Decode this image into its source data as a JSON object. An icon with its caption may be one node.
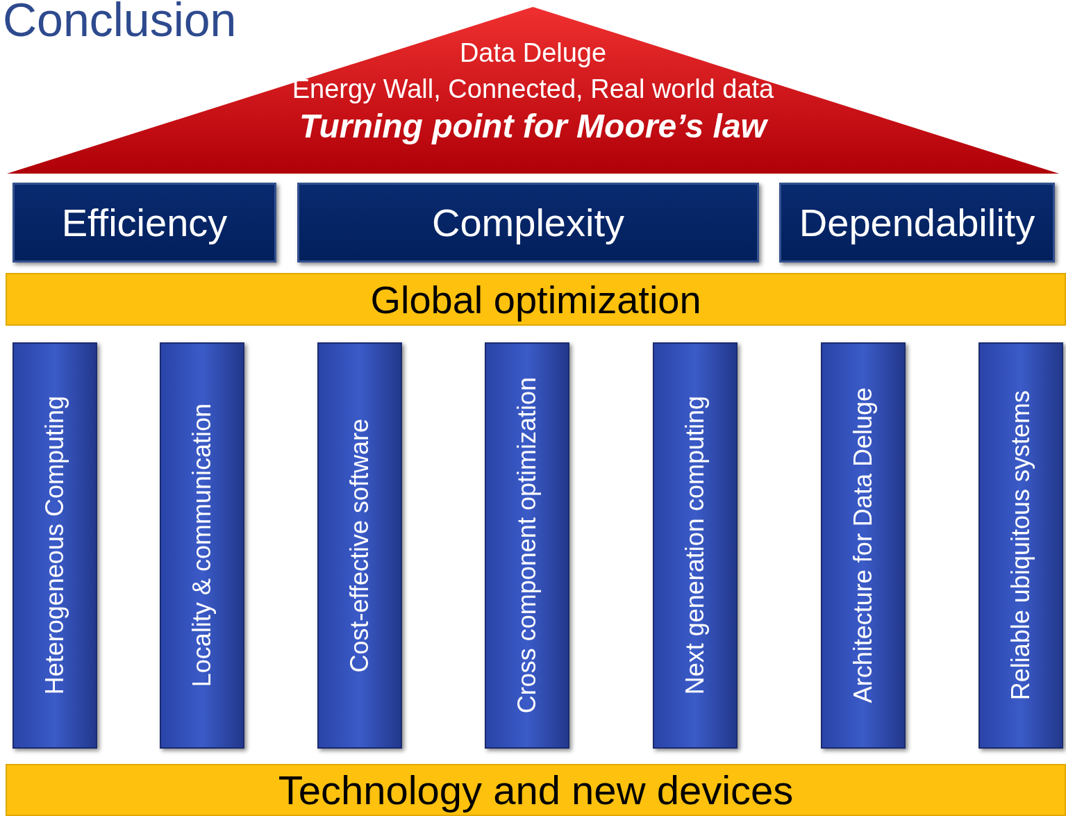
{
  "diagram": {
    "title": "Conclusion",
    "nodes": [
      {
        "text": [
          "Data Deluge",
          "Energy Wall, Connected, Real world data",
          "Turning point for Moore’s law"
        ]
      },
      {
        "text": [
          "Efficiency"
        ]
      },
      {
        "text": [
          "Complexity"
        ]
      },
      {
        "text": [
          "Dependability"
        ]
      },
      {
        "text": [
          "Global optimization"
        ]
      },
      {
        "text": [
          "Heterogeneous Computing"
        ]
      },
      {
        "text": [
          "Locality & communication"
        ]
      },
      {
        "text": [
          "Cost-effective software"
        ]
      },
      {
        "text": [
          "Cross component optimization"
        ]
      },
      {
        "text": [
          "Next generation computing"
        ]
      },
      {
        "text": [
          "Architecture for Data Deluge"
        ]
      },
      {
        "text": [
          "Reliable ubiquitous systems"
        ]
      },
      {
        "text": [
          "Technology and new devices"
        ]
      }
    ]
  }
}
